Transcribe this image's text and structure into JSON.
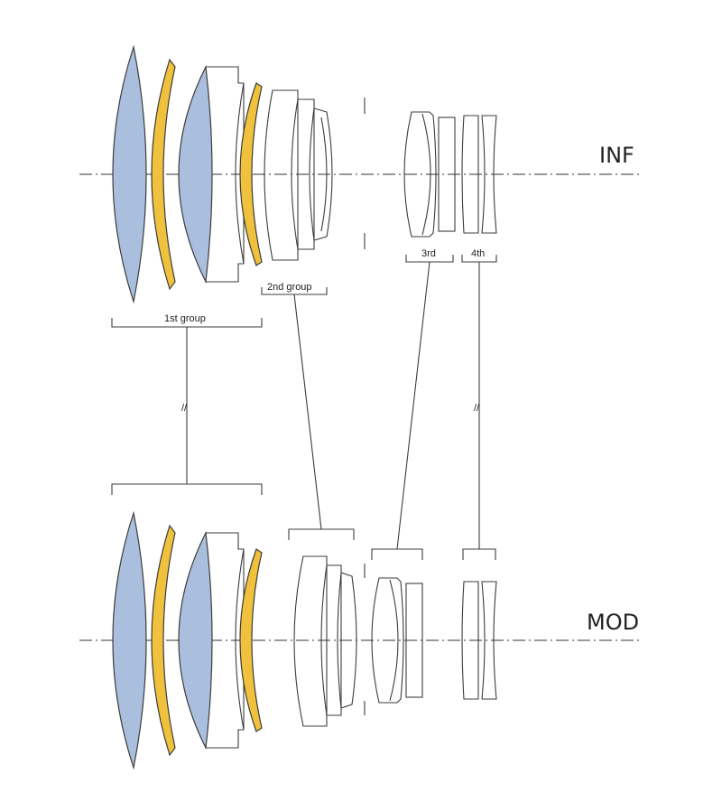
{
  "colors": {
    "blue_element": "#a9bfdd",
    "yellow_element": "#efc13c",
    "line": "#3c3c3c"
  },
  "states": {
    "inf_label": "INF",
    "mod_label": "MOD"
  },
  "groups": {
    "first": "1st group",
    "second": "2nd group",
    "third": "3rd",
    "fourth": "4th"
  },
  "break_mark": "//"
}
